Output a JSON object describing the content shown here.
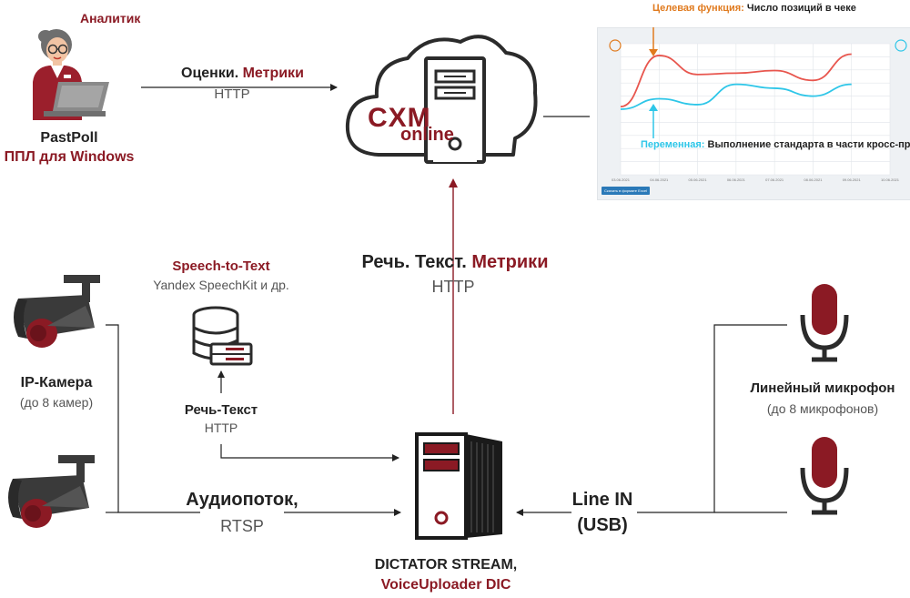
{
  "analyst": {
    "role": "Аналитик",
    "name": "PastPoll",
    "subtitle": "ППЛ для Windows"
  },
  "link_top": {
    "label_plain": "Оценки.",
    "label_accent": "Метрики",
    "protocol": "HTTP"
  },
  "cloud": {
    "logo_main": "CXM",
    "logo_sub": "online"
  },
  "chart": {
    "target_label": "Целевая функция:",
    "target_value": "Число позиций в чеке",
    "variable_label": "Переменная:",
    "variable_value": "Выполнение стандарта в части кросс-продаж",
    "button_label": "Скачать в формате Excel"
  },
  "chart_data": {
    "type": "line",
    "title": "",
    "x": [
      "03.06.2021",
      "04.06.2021",
      "05.06.2021",
      "06.06.2021",
      "07.06.2021",
      "08.06.2021",
      "09.06.2021",
      "10.06.2021"
    ],
    "series": [
      {
        "name": "",
        "color": "#e8564e",
        "values": [
          0.04,
          0.82,
          0.53,
          0.55,
          0.59,
          0.44,
          0.84
        ]
      },
      {
        "name": "",
        "color": "#2ec6e8",
        "values": [
          0.0,
          0.16,
          0.07,
          0.38,
          0.32,
          0.2,
          0.38
        ]
      }
    ],
    "ylim": [
      -1.0,
      1.0
    ],
    "grid": true
  },
  "speech_service": {
    "title": "Speech-to-Text",
    "subtitle": "Yandex SpeechKit и др."
  },
  "speech_link": {
    "label": "Речь-Текст",
    "protocol": "HTTP"
  },
  "upload_link": {
    "label_plain": "Речь. Текст.",
    "label_accent": "Метрики",
    "protocol": "HTTP"
  },
  "camera": {
    "title": "IP-Камера",
    "subtitle": "(до 8 камер)"
  },
  "audio_link": {
    "label": "Аудиопоток,",
    "protocol": "RTSP"
  },
  "microphone": {
    "title": "Линейный микрофон",
    "subtitle": "(до 8 микрофонов)"
  },
  "line_in": {
    "label": "Line IN",
    "sub": "(USB)"
  },
  "device": {
    "name": "DICTATOR STREAM,",
    "model": "VoiceUploader DIC"
  },
  "colors": {
    "accent": "#8b1a24",
    "orange": "#e07a1e",
    "cyan": "#2ec6e8"
  }
}
